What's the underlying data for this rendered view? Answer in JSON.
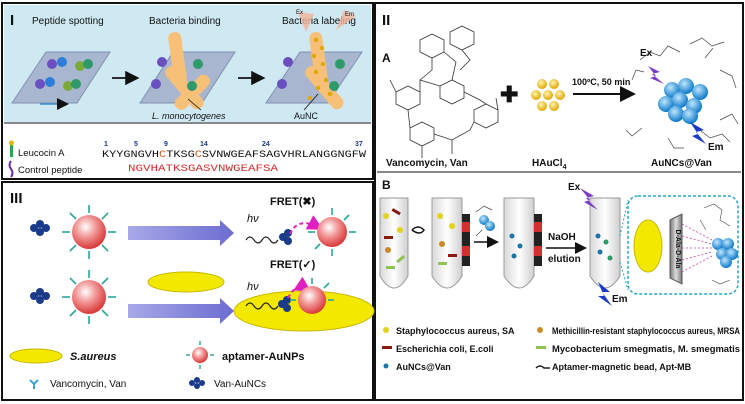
{
  "panel_I": {
    "label": "I",
    "step1": "Peptide spotting",
    "step2": "Bacteria binding",
    "step3": "Bacteria labeling",
    "bacterium": "L. monocytogenes",
    "particle": "AuNC",
    "ex_label": "Ex",
    "em_label": "Em",
    "legend_leucocin": "Leucocin A",
    "legend_control": "Control peptide",
    "positions": [
      "1",
      "5",
      "9",
      "14",
      "24",
      "37"
    ],
    "sequence_pre": "KYYGNGVH",
    "sequence_c1": "C",
    "sequence_mid": "TKSG",
    "sequence_c2": "C",
    "sequence_post": "SVNWGEAFSAGVHRLANGGNGFW",
    "control_sequence": "NGVHATKSGASVNWGEAFSA"
  },
  "panel_II": {
    "label": "II",
    "sub_a": "A",
    "sub_b": "B",
    "reactant1": "Vancomycin, Van",
    "reactant2": "HAuCl",
    "reactant2_sub": "4",
    "plus": "✚",
    "condition": "100ºC, 50 min",
    "product": "AuNCs@Van",
    "ex": "Ex",
    "em": "Em",
    "ex_b": "Ex",
    "em_b": "Em",
    "naoh": "NaOH",
    "elution": "elution",
    "dala": "D-Ala-D-Ala",
    "legend": [
      {
        "label": "Staphylococcus aureus, SA",
        "color": "#e3d21a"
      },
      {
        "label": "Methicillin-resistant staphylococcus aureus, MRSA",
        "color": "#c98a2a"
      },
      {
        "label": "Escherichia coli, E.coli",
        "color": "#8a1a12"
      },
      {
        "label": "Mycobacterium  smegmatis, M. smegmatis",
        "color": "#8fc454"
      },
      {
        "label": "AuNCs@Van",
        "color": "#1b76a8"
      },
      {
        "label": "Aptamer-magnetic bead, Apt-MB",
        "color": "#222222"
      }
    ]
  },
  "panel_III": {
    "label": "III",
    "hv1": "hν",
    "hv2": "hν",
    "fret1": "FRET(✖)",
    "fret2": "FRET(✓)",
    "legend_saureus": "S.aureus",
    "legend_aptamer": "aptamer-AuNPs",
    "legend_van": "Vancomycin, Van",
    "legend_vanaunc": "Van-AuNCs"
  }
}
